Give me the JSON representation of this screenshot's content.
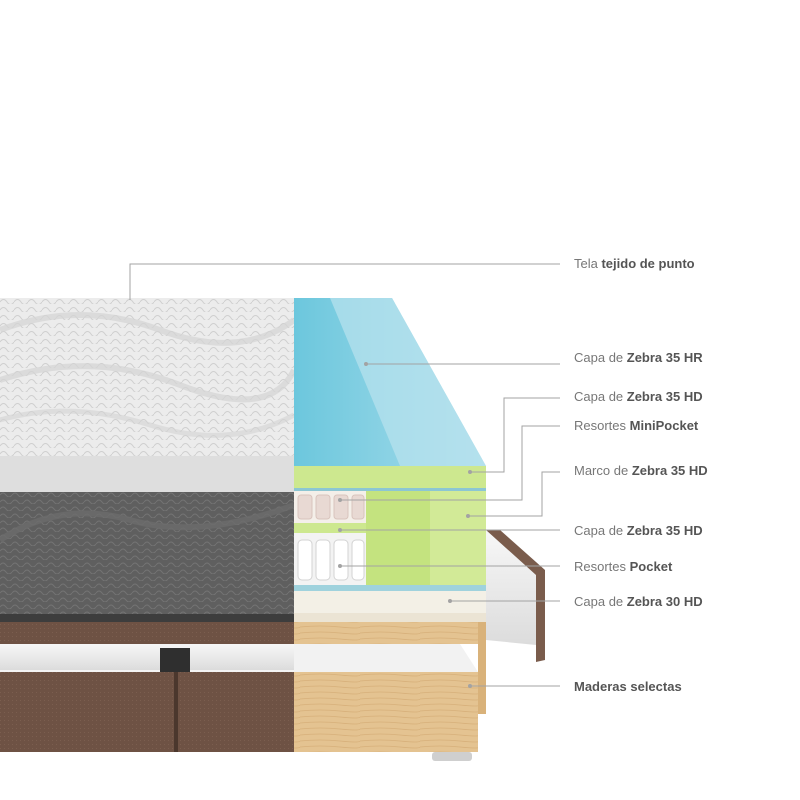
{
  "layers": [
    {
      "prefix": "Tela ",
      "name": "tejido de punto"
    },
    {
      "prefix": "Capa de ",
      "name": "Zebra 35 HR"
    },
    {
      "prefix": "Capa de ",
      "name": "Zebra 35 HD"
    },
    {
      "prefix": "Resortes ",
      "name": "MiniPocket"
    },
    {
      "prefix": "Marco de ",
      "name": "Zebra 35 HD"
    },
    {
      "prefix": "Capa de ",
      "name": "Zebra 35 HD"
    },
    {
      "prefix": "Resortes ",
      "name": "Pocket"
    },
    {
      "prefix": "Capa de ",
      "name": "Zebra 30 HD"
    },
    {
      "prefix": "",
      "name": "Maderas selectas"
    }
  ],
  "colors": {
    "fabric": "#e6e6e6",
    "border_fabric": "#5e5e5e",
    "foam_hr": "#7fcde0",
    "foam_hd": "#c9e88a",
    "frame": "#b9dc73",
    "wood": "#e2c08e",
    "base_upholstery": "#6e5244",
    "leader_line": "#9a9a9a",
    "label_text": "#777777",
    "label_bold": "#555555"
  }
}
